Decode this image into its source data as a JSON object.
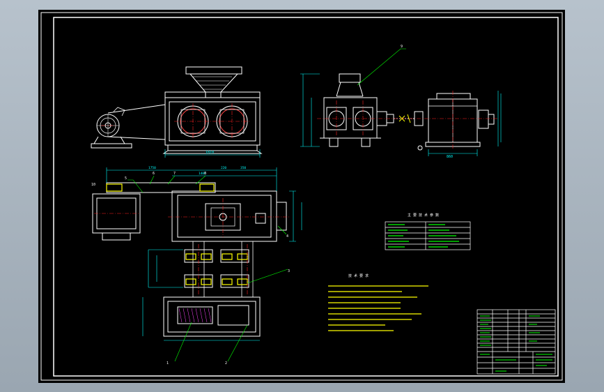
{
  "drawing": {
    "background": "#000000",
    "line_colors": {
      "outline": "#ffffff",
      "dimension": "#00ffff",
      "leader": "#00ff00",
      "center": "#ff2222",
      "accent": "#ffff00",
      "hatch": "#ff44ff"
    },
    "views": [
      "front-view",
      "side-view",
      "top-view"
    ],
    "tech_table": {
      "heading": "主 要 技 术 参 数"
    },
    "requirements": {
      "heading": "技 术 要 求"
    },
    "dimensions": {
      "front_width": "1810",
      "top_a": "1750",
      "top_b": "1400",
      "top_c": "350",
      "top_d": "220",
      "side_w": "860"
    },
    "balloons": [
      "1",
      "2",
      "3",
      "4",
      "5",
      "6",
      "7",
      "8",
      "9",
      "10"
    ]
  }
}
